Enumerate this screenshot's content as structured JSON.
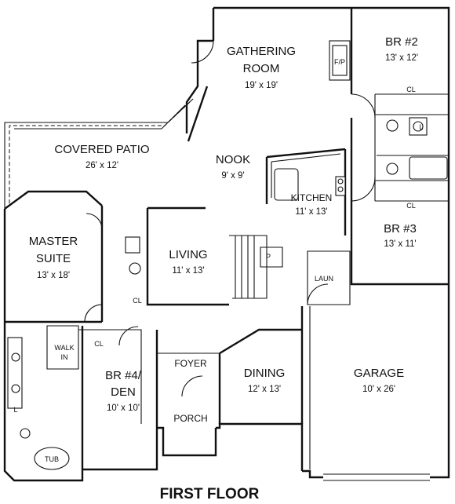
{
  "rooms": {
    "gathering": {
      "name1": "GATHERING",
      "name2": "ROOM",
      "dim": "19' x 19'"
    },
    "br2": {
      "name": "BR #2",
      "dim": "13' x 12'"
    },
    "patio": {
      "name": "COVERED PATIO",
      "dim": "26' x 12'"
    },
    "nook": {
      "name": "NOOK",
      "dim": "9' x 9'"
    },
    "kitchen": {
      "name": "KITCHEN",
      "dim": "11' x 13'"
    },
    "br3": {
      "name": "BR #3",
      "dim": "13' x 11'"
    },
    "master": {
      "name1": "MASTER",
      "name2": "SUITE",
      "dim": "13' x 18'"
    },
    "living": {
      "name": "LIVING",
      "dim": "11' x 13'"
    },
    "br4": {
      "name1": "BR #4/",
      "name2": "DEN",
      "dim": "10' x 10'"
    },
    "foyer": {
      "name": "FOYER"
    },
    "porch": {
      "name": "PORCH"
    },
    "dining": {
      "name": "DINING",
      "dim": "12' x 13'"
    },
    "garage": {
      "name": "GARAGE",
      "dim": "10' x 26'"
    }
  },
  "labels": {
    "fireplace": "F/P",
    "closet": "CL",
    "pantry": "P",
    "laundry": "LAUN",
    "walkin1": "WALK",
    "walkin2": "IN",
    "tub": "TUB",
    "linen": "L"
  },
  "footer": {
    "title": "FIRST FLOOR"
  }
}
